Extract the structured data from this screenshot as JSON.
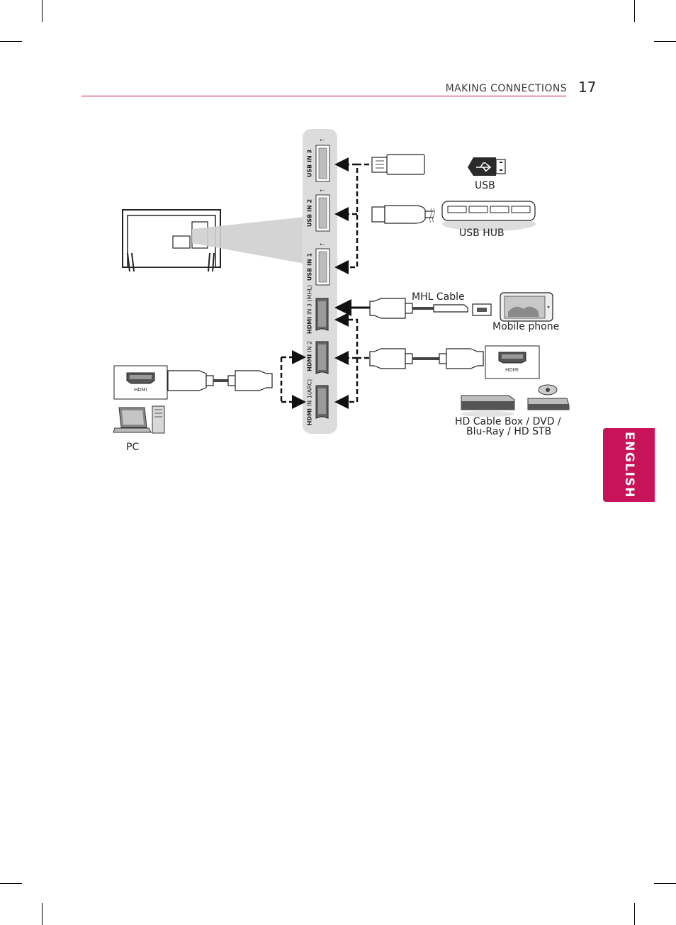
{
  "header": {
    "section_title": "MAKING CONNECTIONS",
    "page_number": "17"
  },
  "language_tab": "ENGLISH",
  "tv_panel": {
    "ports": [
      {
        "label": "USB IN 3"
      },
      {
        "label": "USB IN 2"
      },
      {
        "label": "USB IN 1"
      },
      {
        "label": "IN 3 (MHL)",
        "logo": "HDMI"
      },
      {
        "label": "IN 2",
        "logo": "HDMI"
      },
      {
        "label": "IN 1(ARC)",
        "logo": "HDMI"
      }
    ]
  },
  "devices": {
    "usb": "USB",
    "usb_hub": "USB HUB",
    "mhl_cable": "MHL Cable",
    "mobile_phone": "Mobile phone",
    "hdmi_device_port": "HDMI",
    "av_devices_line1": "HD Cable Box / DVD /",
    "av_devices_line2": "Blu-Ray / HD STB",
    "pc_port": "HDMI",
    "pc": "PC"
  },
  "colors": {
    "accent": "#c8125a",
    "panel": "#dcdcdc"
  }
}
